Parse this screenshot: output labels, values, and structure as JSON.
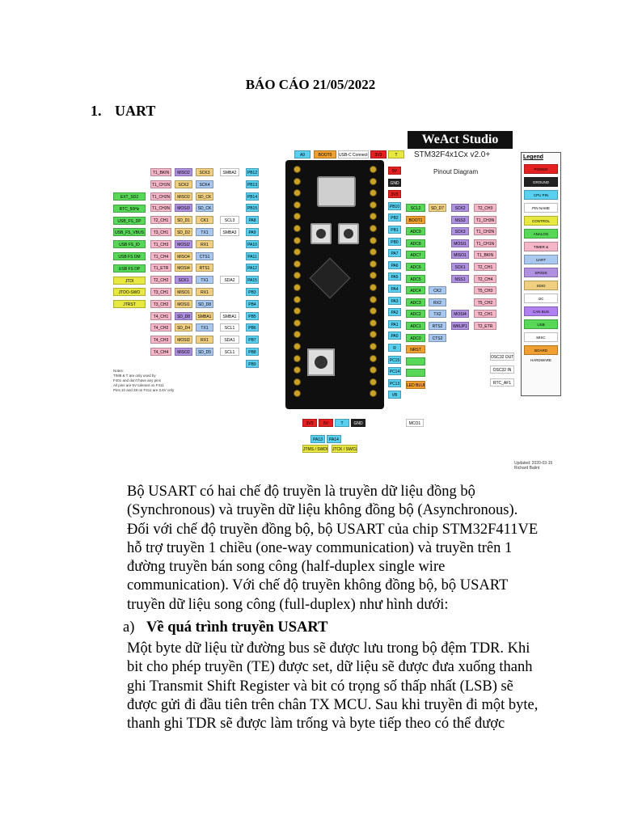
{
  "report_title": "BÁO CÁO 21/05/2022",
  "section": {
    "number": "1.",
    "title": "UART"
  },
  "figure": {
    "brand": "WeAct Studio",
    "subtitle": "STM32F4x1Cx  v2.0+",
    "diagram_label": "Pinout Diagram",
    "legend_title": "Legend",
    "legend_items": [
      {
        "label": "POWER",
        "color": "#e52020"
      },
      {
        "label": "GROUND",
        "color": "#222222"
      },
      {
        "label": "CPU PIN",
        "color": "#5ad0f0"
      },
      {
        "label": "PIN NAME",
        "color": "#ffffff"
      },
      {
        "label": "CONTROL",
        "color": "#e8e840"
      },
      {
        "label": "ANALOG",
        "color": "#58d858"
      },
      {
        "label": "TIMER & CHANNEL",
        "color": "#f5b6c8"
      },
      {
        "label": "UART",
        "color": "#a8c8f0"
      },
      {
        "label": "SPI/I2S",
        "color": "#b090e0"
      },
      {
        "label": "SDIO",
        "color": "#f0d080"
      },
      {
        "label": "I2C",
        "color": "#ffffff"
      },
      {
        "label": "CAN BUS",
        "color": "#b080f0"
      },
      {
        "label": "USB",
        "color": "#58d858"
      },
      {
        "label": "MISC",
        "color": "#ffffff"
      },
      {
        "label": "BOARD HARDWARE",
        "color": "#f0a030"
      }
    ],
    "top_labels": [
      "A9",
      "BOOT0",
      "USB-C Connector",
      "3V3",
      "T"
    ],
    "bottom_labels": [
      "3V3",
      "5V",
      "T",
      "GND"
    ],
    "left_col_a": [
      "T1_BKIN",
      "T1_CH1N",
      "T1_CH2N",
      "T1_CH3N",
      "T2_CH1",
      "T3_CH1",
      "T1_CH3",
      "T1_CH4",
      "T1_ETR",
      "T2_CH2",
      "T3_CH1",
      "T3_CH2",
      "T4_CH1",
      "T4_CH2",
      "T4_CH3",
      "T4_CH4"
    ],
    "left_col_b": [
      "MISO2",
      "SCK2",
      "MISO2",
      "MOSI3",
      "SD_D1",
      "SD_D2",
      "MOSI2",
      "MISO4",
      "MOSI4",
      "SCK1",
      "MISO1",
      "MOSI1",
      "SD_D8",
      "SD_D4",
      "MOSI2",
      "MISO2"
    ],
    "left_col_c": [
      "SCK3",
      "SCK4",
      "SD_CK",
      "SD_CK",
      "CK1",
      "TX1",
      "RX1",
      "CTS1",
      "RTS1",
      "TX1",
      "RX1",
      "SD_D8",
      "SMBA1",
      "TX1",
      "RX1",
      "SD_D5"
    ],
    "left_col_d": [
      "SMBA2",
      "",
      "",
      "",
      "SCL3",
      "SMBA3",
      "",
      "",
      "",
      "SDA2",
      "",
      "",
      "SMBA1",
      "SCL1",
      "SDA1",
      "SCL1"
    ],
    "left_pins": [
      "PB12",
      "PB13",
      "PB14",
      "PB15",
      "PA8",
      "PA9",
      "PA10",
      "PA11",
      "PA12",
      "PA15",
      "PB3",
      "PB4",
      "PB5",
      "PB6",
      "PB7",
      "PB8",
      "PB9"
    ],
    "far_left": [
      "EXT_SD2",
      "RTC_50Hz",
      "USB_FS_DP",
      "USB_FS_VBUS",
      "USB FS_ID",
      "USB FS DM",
      "USB FS DP",
      "JTDI",
      "JTDO-SWO",
      "JTRST"
    ],
    "right_pins": [
      "5V",
      "GND",
      "3V3",
      "PB10",
      "PB2",
      "PB1",
      "PB0",
      "PA7",
      "PA6",
      "PA5",
      "PA4",
      "PA3",
      "PA2",
      "PA1",
      "PA0",
      "R",
      "PC15",
      "PC14",
      "PC13",
      "VB"
    ],
    "right_col_a": [
      "SCL2",
      "BOOT1",
      "ADC9",
      "ADC8",
      "ADC7",
      "ADC6",
      "ADC5",
      "ADC4",
      "ADC3",
      "ADC2",
      "ADC1",
      "ADC0",
      "NRST",
      "",
      "",
      "LED BLUE"
    ],
    "right_col_b": [
      "SD_D7",
      "",
      "",
      "",
      "",
      "",
      "",
      "CK2",
      "RX2",
      "TX2",
      "RTS2",
      "CTS2"
    ],
    "right_col_c": [
      "SCK2",
      "NSS3",
      "SCK3",
      "MOSI1",
      "MISO1",
      "SCK1",
      "NSS1",
      "",
      "",
      "MOSI4",
      "WKUP1"
    ],
    "right_col_d": [
      "T2_CH3",
      "T1_CH3N",
      "T1_CH2N",
      "T1_CH1N",
      "T1_BKIN",
      "T2_CH1",
      "T2_CH4",
      "T5_CH3",
      "T5_CH2",
      "T2_CH1",
      "T2_ETR"
    ],
    "notes": [
      "Notes:",
      "TIM8 & T are only used by",
      "F401 and don't have any pins",
      "All pins are 5V tolerant on F411",
      "Pins 10 and 28 on F411 are 3.6V only"
    ],
    "bottom_row": [
      "PA13",
      "PA14"
    ],
    "bottom_tags": [
      "JTMS / SWDIO",
      "JTCK / SWCLK"
    ],
    "right_misc": [
      "OSC32 OUT",
      "OSC32 IN",
      "RTC_AF1"
    ],
    "mco": "MCO1",
    "updated": [
      "Updated: 2020-03-15",
      "Richard Balint"
    ]
  },
  "paragraph1": [
    "Bộ USART có hai chế độ truyền là truyền dữ liệu đồng bộ",
    "(Synchronous) và truyền dữ liệu không đồng bộ (Asynchronous).",
    "Đối với chế độ truyền đồng bộ, bộ USART của chip STM32F411VE",
    "hỗ trợ truyền 1 chiều (one-way communication) và truyền trên 1",
    "đường truyền bán song công (half-duplex single wire",
    "communication). Với chế độ truyền không đồng bộ, bộ USART",
    "truyền dữ liệu song công (full-duplex) như hình dưới:"
  ],
  "subsection": {
    "marker": "a)",
    "title": "Về quá trình truyền USART"
  },
  "paragraph2": [
    "Một byte dữ liệu từ đường bus sẽ được lưu trong bộ đệm TDR. Khi",
    "bit cho phép truyền (TE) được set, dữ liệu sẽ được đưa xuống thanh",
    "ghi Transmit Shift Register và bit có trọng số thấp nhất (LSB) sẽ",
    "được gửi đi đầu tiên trên chân TX MCU. Sau khi truyền đi một byte,",
    "thanh ghi TDR sẽ được làm trống và byte tiếp theo có thể được"
  ]
}
